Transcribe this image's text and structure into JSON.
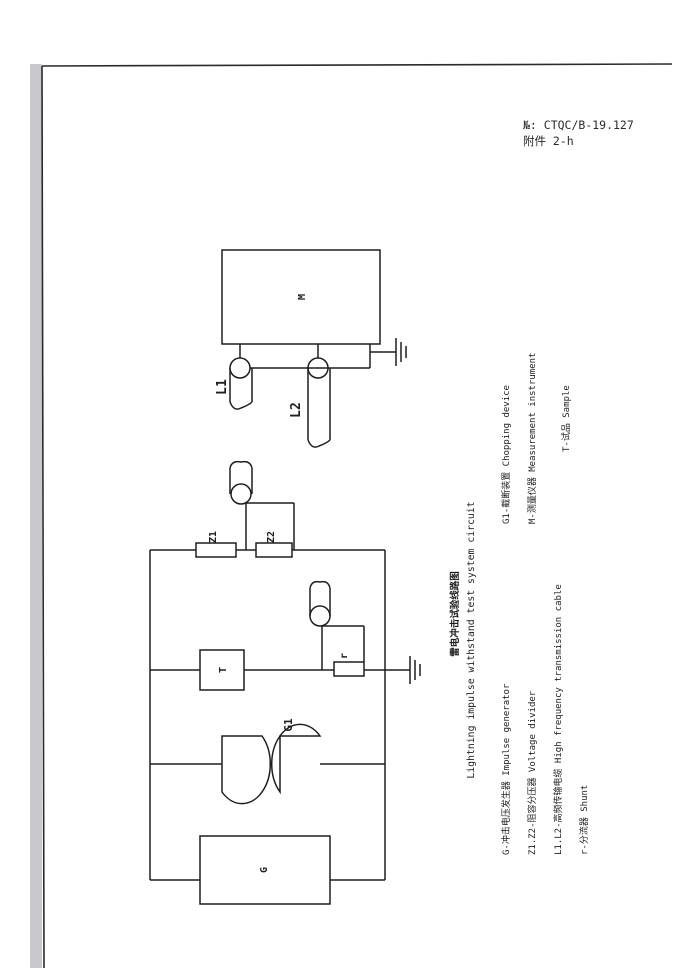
{
  "header": {
    "doc_number": "№: CTQC/B-19.127",
    "attachment": "附件 2-h"
  },
  "diagram": {
    "components": {
      "generator": "G",
      "chopping_gap": "G1",
      "sample": "T",
      "shunt": "r",
      "divider_z1": "Z1",
      "divider_z2": "Z2",
      "instrument": "M",
      "cable_l1": "L1",
      "cable_l2": "L2"
    },
    "title_cn": "雷电冲击试验线路图",
    "title_en": "Lightning impulse withstand test system circuit",
    "legend": [
      "G-冲击电压发生器 Impulse generator",
      "Z1.Z2-阻容分压器 Voltage divider",
      "L1.L2-高频传输电缆 High frequency transmission cable",
      "r-分流器 Shunt",
      "G1-截断装置 Chopping device",
      "M-测量仪器 Measurement instrument",
      "T-试品 Sample"
    ]
  },
  "colors": {
    "line": "#1e1e1e",
    "border": "#2b2b2b",
    "shadow": "#9a9aa6"
  }
}
